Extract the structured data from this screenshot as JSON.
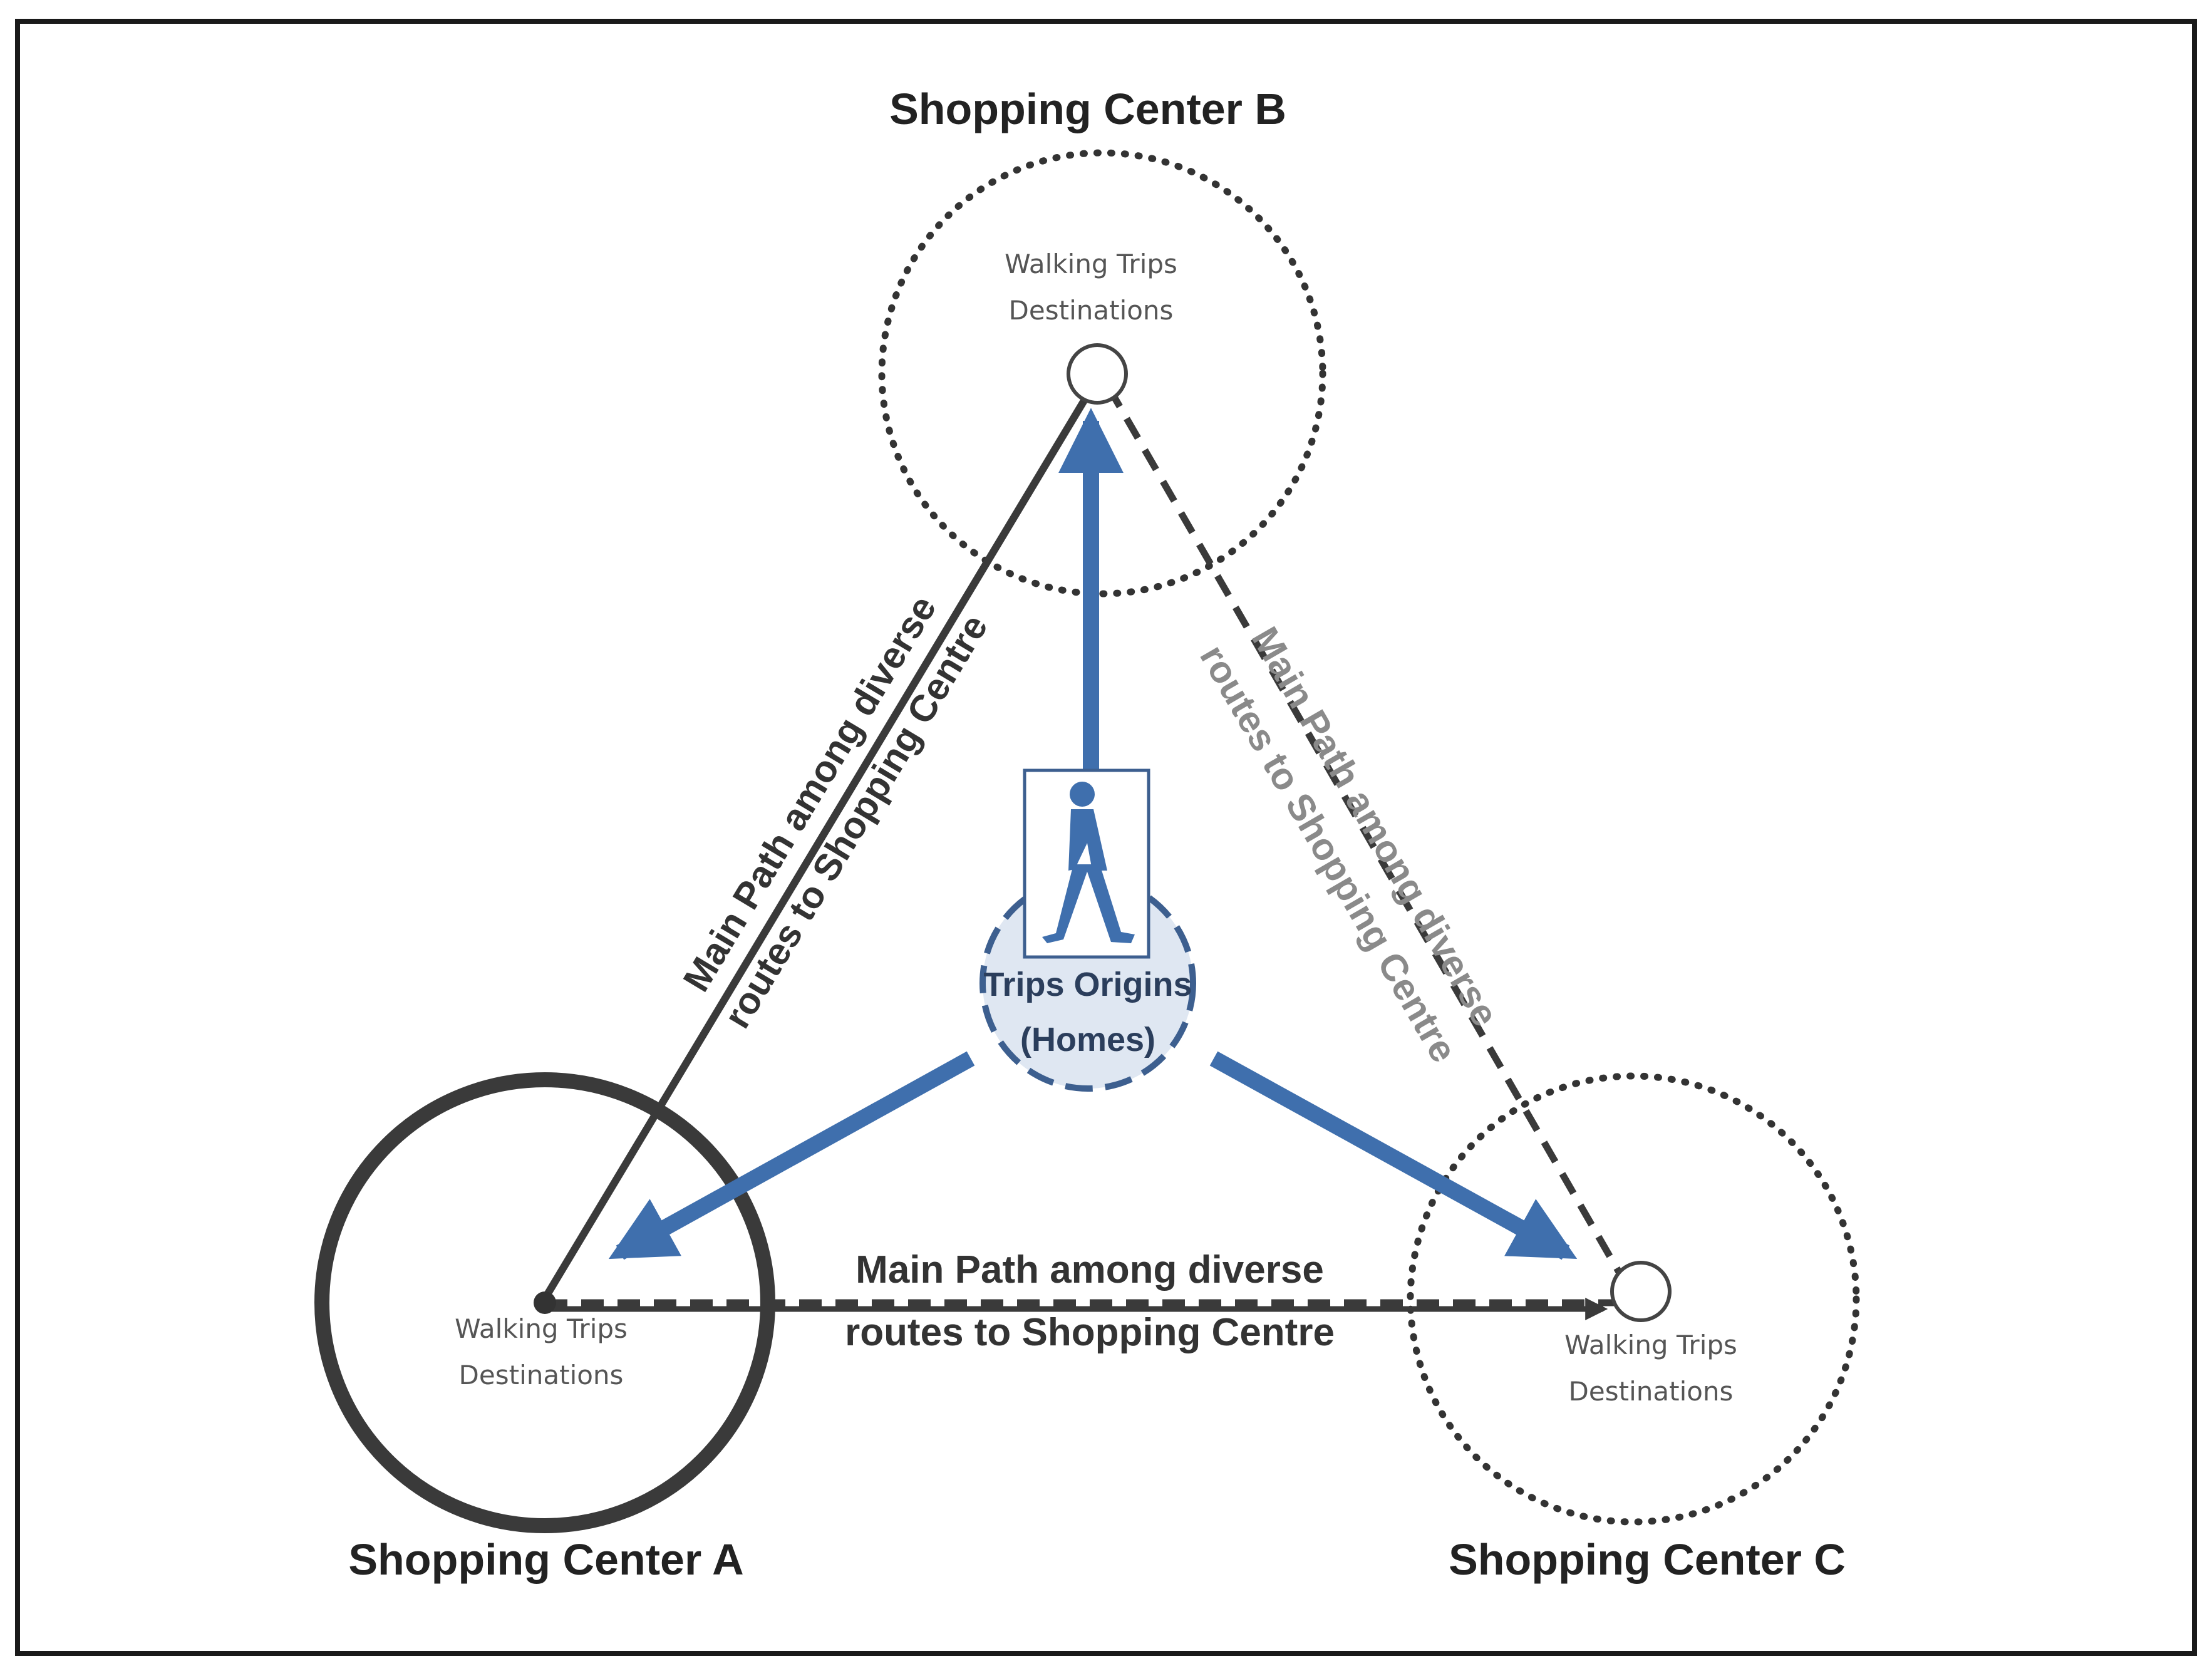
{
  "centers": {
    "a": {
      "title": "Shopping Center A",
      "dest_line1": "Walking Trips",
      "dest_line2": "Destinations"
    },
    "b": {
      "title": "Shopping Center B",
      "dest_line1": "Walking Trips",
      "dest_line2": "Destinations"
    },
    "c": {
      "title": "Shopping Center C",
      "dest_line1": "Walking Trips",
      "dest_line2": "Destinations"
    }
  },
  "origin": {
    "line1": "Trips Origins",
    "line2": "(Homes)"
  },
  "paths": {
    "ab": {
      "line1": "Main Path among diverse",
      "line2": "routes to Shopping Centre"
    },
    "bc": {
      "line1": "Main Path among diverse",
      "line2": "routes to Shopping Centre"
    },
    "ac": {
      "line1": "Main Path among diverse",
      "line2": "routes to Shopping Centre"
    }
  },
  "icons": {
    "pedestrian": "walking-person-icon"
  },
  "colors": {
    "frame": "#1a1a1a",
    "main_path": "#3a3a3a",
    "faded_label": "#8a8a8a",
    "trip_arrow": "#3f6fad",
    "origin_fill": "#dfe7f2",
    "origin_stroke": "#3d5f8f",
    "dotted_circle": "#333333"
  }
}
